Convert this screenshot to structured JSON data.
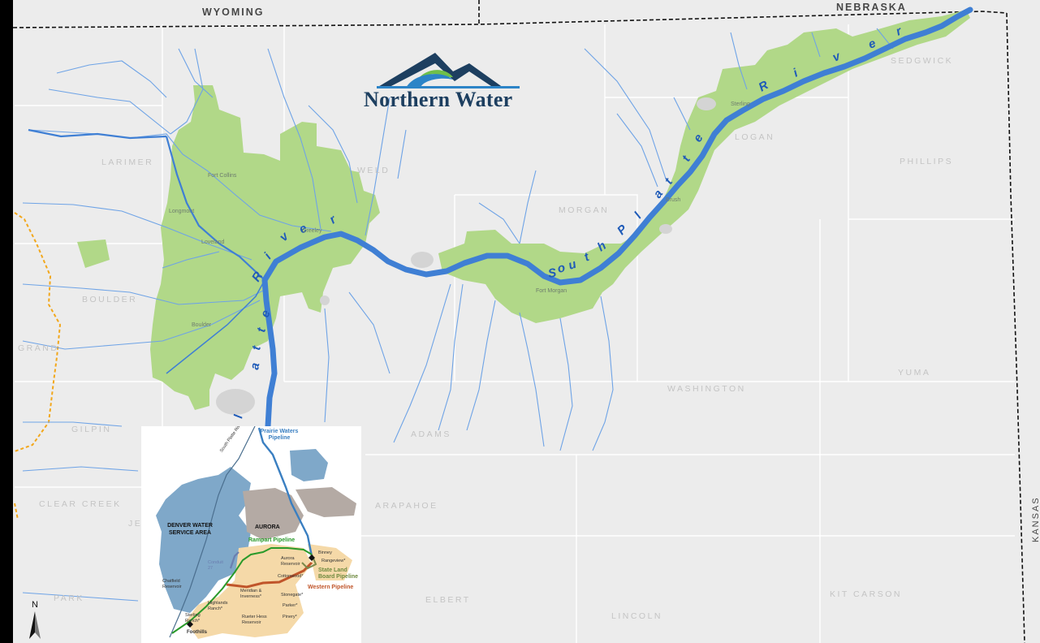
{
  "logo": {
    "text": "Northern Water"
  },
  "states": {
    "top_left": "WYOMING",
    "top_right": "NEBRASKA",
    "right": "KANSAS"
  },
  "counties": [
    "LARIMER",
    "WELD",
    "MORGAN",
    "LOGAN",
    "SEDGWICK",
    "PHILLIPS",
    "BOULDER",
    "GRAND",
    "GILPIN",
    "CLEAR CREEK",
    "JEFFERSON",
    "ADAMS",
    "ARAPAHOE",
    "ELBERT",
    "LINCOLN",
    "KIT CARSON",
    "WASHINGTON",
    "YUMA",
    "PARK"
  ],
  "cities": [
    "Fort Collins",
    "Loveland",
    "Greeley",
    "Longmont",
    "Boulder",
    "Fort Morgan",
    "Sterling",
    "Brush"
  ],
  "river": {
    "letters": [
      "S",
      "o",
      "u",
      "t",
      "h",
      "P",
      "l",
      "a",
      "t",
      "t",
      "e",
      "R",
      "i",
      "v",
      "e",
      "r",
      "P",
      "l",
      "a",
      "t",
      "t",
      "e",
      "R",
      "i",
      "v",
      "e",
      "r"
    ]
  },
  "inset": {
    "prairie_waters": "Prairie Waters Pipeline",
    "south_platte": "South Platte River",
    "denver_water": "DENVER WATER SERVICE AREA",
    "aurora": "AURORA",
    "rampart": "Rampart Pipeline",
    "binney": "Binney",
    "aurora_reservoir": "Aurora Reservoir",
    "rangeview": "Rangeview*",
    "state_land_board": "State Land Board Pipeline",
    "conduit": "Conduit 27",
    "cottonwood": "Cottonwood*",
    "western": "Western Pipeline",
    "chatfield": "Chatfield Reservoir",
    "meridian": "Meridian & Inverness*",
    "stonegate": "Stonegate*",
    "highlands": "Highlands Ranch*",
    "parker": "Parker*",
    "sterling_ranch": "Sterling Ranch*",
    "rueter_hess": "Rueter Hess Reservoir",
    "pinery": "Pinery*",
    "foothills": "Foothills"
  },
  "north_arrow": {
    "label": "N"
  },
  "colors": {
    "service_area": "#b1d888",
    "river_blue": "#3f7fd4",
    "stream_blue": "#6ea3e6",
    "background": "#ececec",
    "logo_navy": "#1d3f60",
    "logo_green": "#6fbf4a",
    "inset_blue": "#7fa8c9",
    "inset_gray": "#b4aaa4",
    "inset_tan": "#f5d9a8",
    "rampart_green": "#2a9a2a",
    "western_orange": "#c0552a"
  }
}
